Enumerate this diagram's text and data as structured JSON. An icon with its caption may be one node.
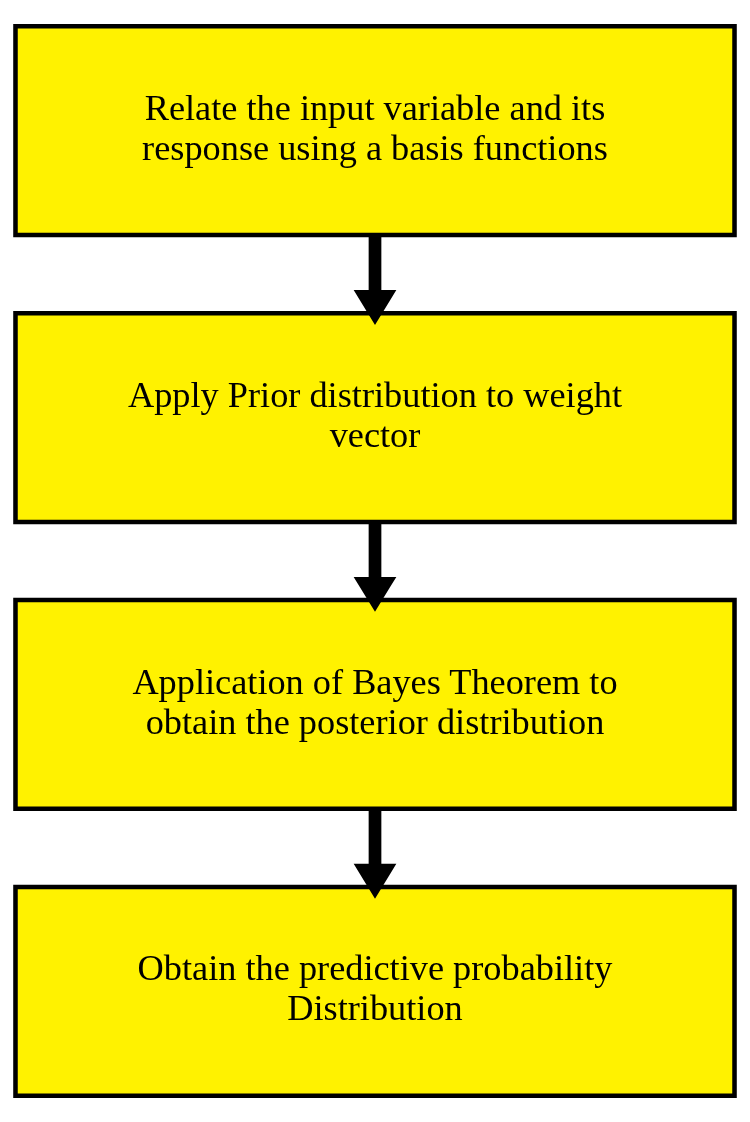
{
  "diagram": {
    "nodes": [
      {
        "text": [
          "Relate the input variable and its response using a basis functions"
        ]
      },
      {
        "text": [
          "Apply Prior distribution to weight vector"
        ]
      },
      {
        "text": [
          "Application of Bayes Theorem to obtain the posterior distribution"
        ]
      },
      {
        "text": [
          "Obtain the predictive probability Distribution"
        ]
      }
    ],
    "edges": [
      {
        "from": 0,
        "to": 1,
        "arrow": "to"
      },
      {
        "from": 1,
        "to": 2,
        "arrow": "to"
      },
      {
        "from": 2,
        "to": 3,
        "arrow": "to"
      }
    ]
  }
}
